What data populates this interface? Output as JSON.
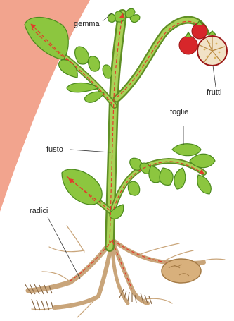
{
  "labels": {
    "gemma": "gemma",
    "frutti": "frutti",
    "foglie": "foglie",
    "fusto": "fusto",
    "radici": "radici"
  },
  "colors": {
    "background_wedge": "#f2a48e",
    "leaf_fill": "#8cc63f",
    "leaf_vein": "#4c8a1e",
    "stem": "#9fc84a",
    "stem_dark": "#5f8f25",
    "flow_arrow": "#e23b2a",
    "fruit_red": "#d7262a",
    "fruit_cut": "#f1e2c6",
    "root_tan": "#c9a57a",
    "tuber": "#d8b07c",
    "leader_line": "#333333"
  }
}
